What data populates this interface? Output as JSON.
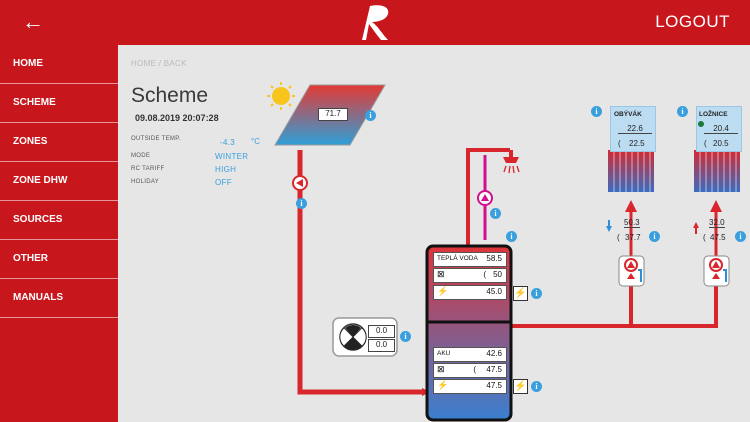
{
  "header": {
    "back_icon": "←",
    "logout_label": "LOGOUT",
    "brand_color": "#c8161d"
  },
  "sidebar": {
    "items": [
      "HOME",
      "SCHEME",
      "ZONES",
      "ZONE DHW",
      "SOURCES",
      "OTHER",
      "MANUALS"
    ]
  },
  "breadcrumb": "HOME / BACK",
  "page": {
    "title": "Scheme",
    "datetime": "09.08.2019 20:07:28"
  },
  "status": {
    "outside_label": "OUTSIDE TEMP.",
    "outside_value": "-4.3",
    "outside_unit": "°C",
    "mode_label": "MODE",
    "mode_value": "WINTER",
    "tariff_label": "RC TARIFF",
    "tariff_value": "HIGH",
    "holiday_label": "HOLIDAY",
    "holiday_value": "OFF"
  },
  "solar": {
    "value": "71.7"
  },
  "heatpump": {
    "value1": "0.0",
    "value2": "0.0"
  },
  "tank_upper": {
    "label": "TEPLÁ VODA",
    "value": "58.5",
    "row2_prefix": "(",
    "row2_value": "50",
    "row3_value": "45.0"
  },
  "tank_lower": {
    "label": "AKU",
    "value": "42.6",
    "row2_prefix": "(",
    "row2_value": "47.5",
    "row3_value": "47.5"
  },
  "rooms": [
    {
      "name": "OBÝVÁK",
      "temp": "22.6",
      "set_prefix": "(",
      "set": "22.5"
    },
    {
      "name": "LOŽNICE",
      "temp": "20.4",
      "set_prefix": "(",
      "set": "20.5"
    }
  ],
  "circuits": [
    {
      "flow": "50.3",
      "ret_prefix": "(",
      "ret": "37.7"
    },
    {
      "flow": "32.0",
      "ret_prefix": "(",
      "ret": "47.5"
    }
  ]
}
